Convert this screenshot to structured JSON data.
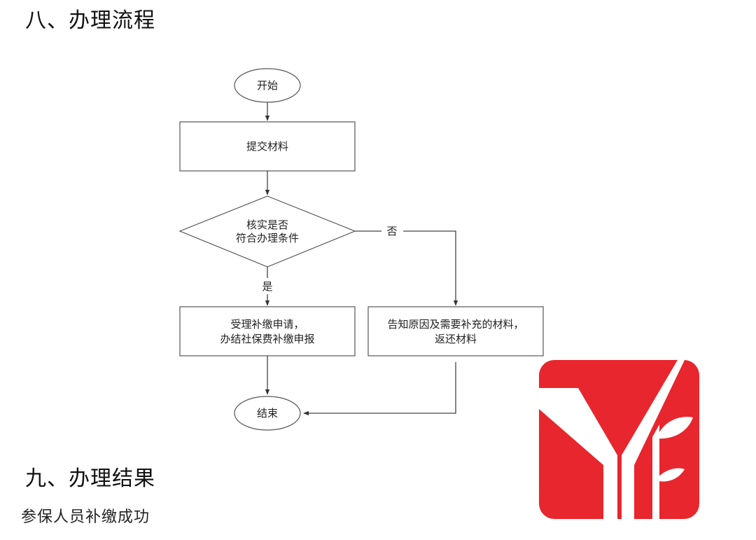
{
  "sections": {
    "process_heading": "八、办理流程",
    "result_heading": "九、办理结果",
    "result_text": "参保人员补缴成功"
  },
  "flowchart": {
    "start": "开始",
    "submit": "提交材料",
    "decision_line1": "核实是否",
    "decision_line2": "符合办理条件",
    "no_label": "否",
    "yes_label": "是",
    "accept_line1": "受理补缴申请，",
    "accept_line2": "办结社保费补缴申报",
    "reject_line1": "告知原因及需要补充的材料，",
    "reject_line2": "返还材料",
    "end": "结束"
  },
  "logo": {
    "color": "#e8262d",
    "icon": "tree-y-logo-icon"
  }
}
